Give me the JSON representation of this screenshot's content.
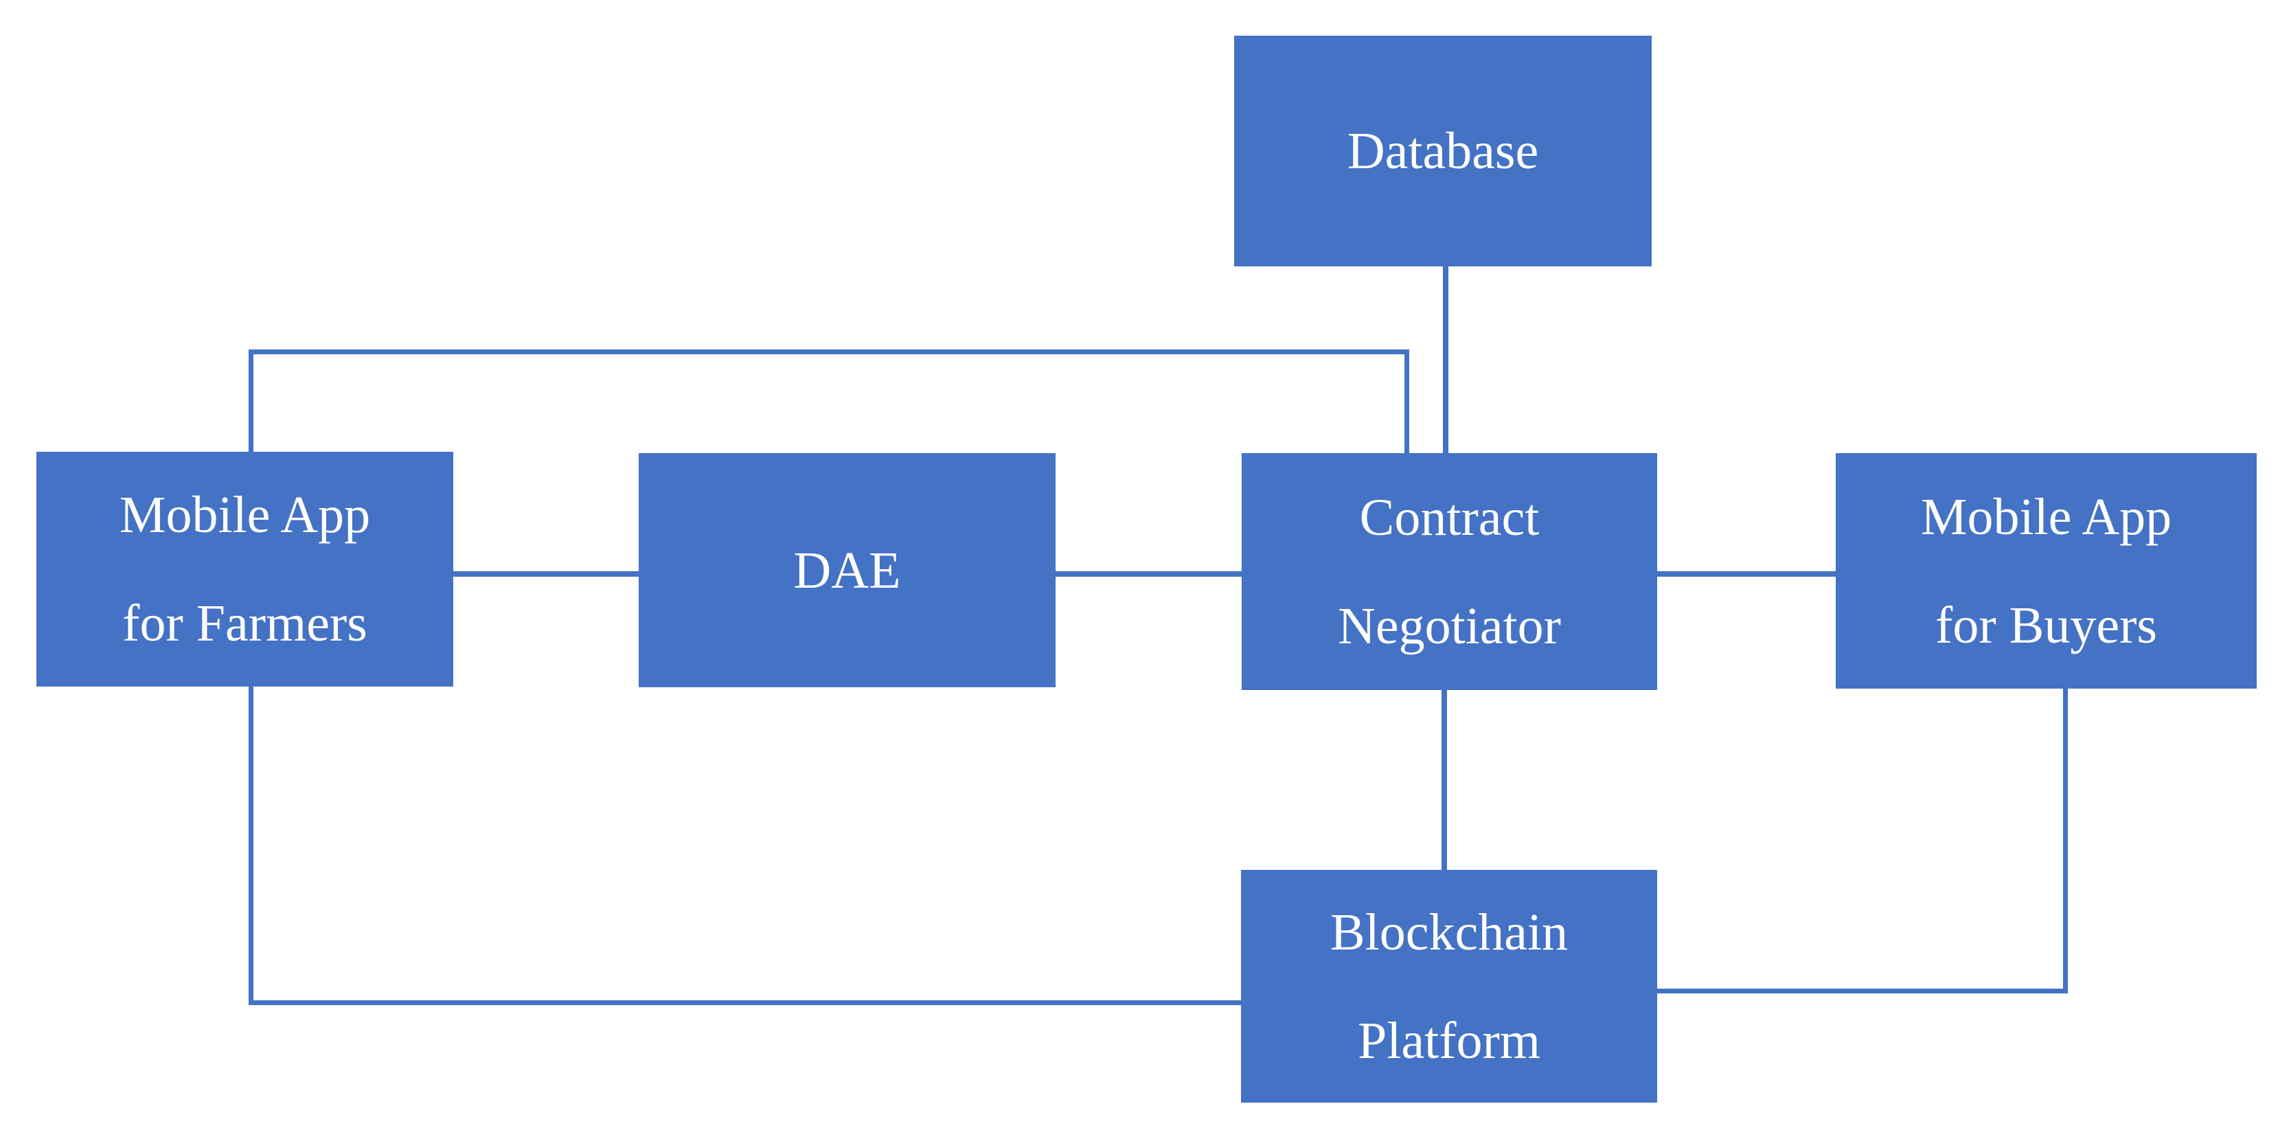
{
  "diagram": {
    "type": "architecture-block-diagram",
    "colors": {
      "node_fill": "#4472C4",
      "connector": "#4472C4",
      "label_text": "#FFFFFF",
      "background": "#FFFFFF"
    },
    "nodes": {
      "database": {
        "line1": "Database"
      },
      "farmers": {
        "line1": "Mobile App",
        "line2": "for Farmers"
      },
      "dae": {
        "line1": "DAE"
      },
      "contract": {
        "line1": "Contract",
        "line2": "Negotiator"
      },
      "buyers": {
        "line1": "Mobile App",
        "line2": "for Buyers"
      },
      "blockchain": {
        "line1": "Blockchain",
        "line2": "Platform"
      }
    },
    "edges": [
      {
        "from": "Database",
        "to": "Contract Negotiator"
      },
      {
        "from": "Mobile App for Farmers",
        "to": "Contract Negotiator"
      },
      {
        "from": "Mobile App for Farmers",
        "to": "DAE"
      },
      {
        "from": "DAE",
        "to": "Contract Negotiator"
      },
      {
        "from": "Contract Negotiator",
        "to": "Mobile App for Buyers"
      },
      {
        "from": "Contract Negotiator",
        "to": "Blockchain Platform"
      },
      {
        "from": "Mobile App for Farmers",
        "to": "Blockchain Platform"
      },
      {
        "from": "Mobile App for Buyers",
        "to": "Blockchain Platform"
      }
    ]
  }
}
